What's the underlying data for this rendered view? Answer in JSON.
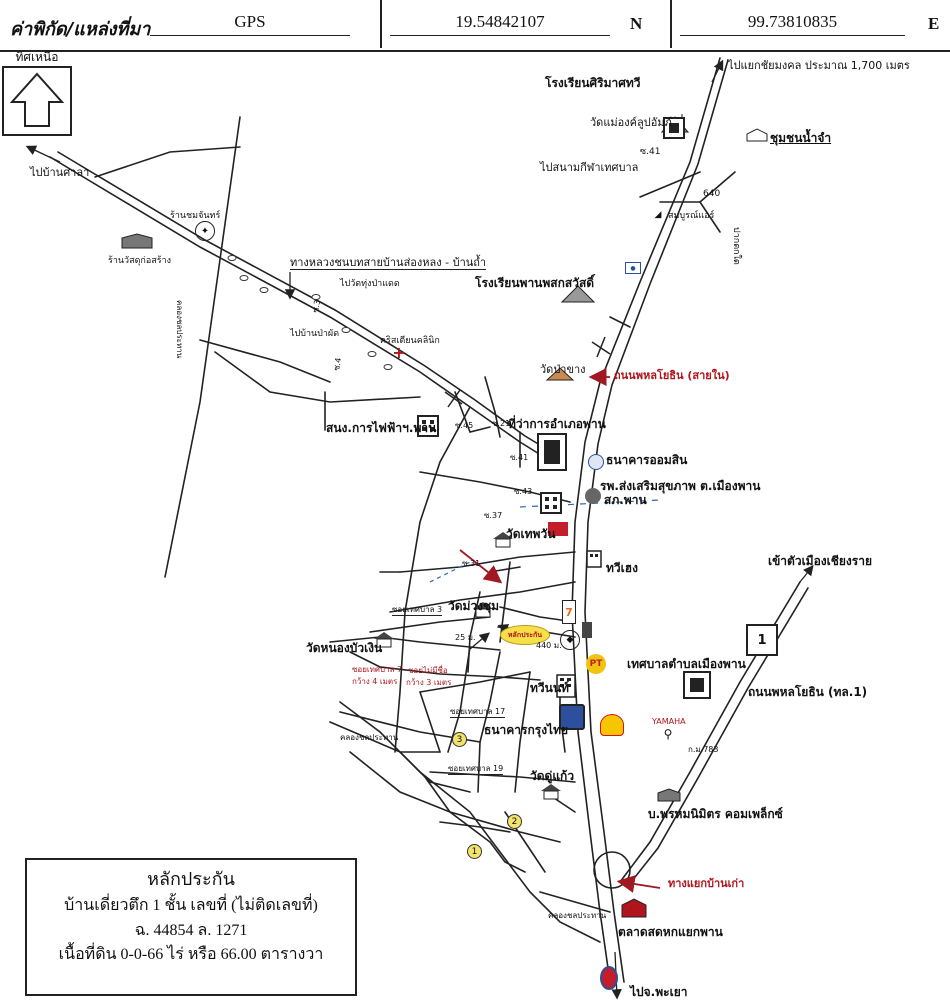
{
  "header": {
    "label": "ค่าพิกัด/แหล่งที่มา",
    "source": "GPS",
    "lat": "19.54842107",
    "lat_dir": "N",
    "lon": "99.73810835",
    "lon_dir": "E"
  },
  "map": {
    "north_label": "ทิศเหนือ",
    "labels": {
      "to_mongkol": "ไปแยกชัยมงคล ประมาณ 1,700 เมตร",
      "sirimas_school": "โรงเรียนศิริมาศทวี",
      "mae_ong": "วัดแม่องค์ลูปอัมภ์",
      "community": "ชุมชนน้ำจำ",
      "soi41_top": "ซ.41",
      "to_sports": "ไปสนามกีฬาเทศบาล",
      "km640": "640",
      "to_forest": "ปากตกใต",
      "gas_shop": "สมบูรณ์แอร์",
      "to_ban_sala": "ไปบ้านศาลา",
      "shop_chan": "ร้านชมจันทร์",
      "construction": "ร้านวัสดุก่อสร้าง",
      "highway_route": "ทางหลวงชนบทสายบ้านส่องหลง - บ้านถ้ำ",
      "to_wat_pa": "ไปวัดทุ่งป่าแดด",
      "klong_canal_left": "คลองชลประทาน",
      "to_ban_pa": "ไปบ้านป่าผัด",
      "soi3": "ซ.3",
      "soi4": "ซ.4",
      "clinic": "คริสเตียนคลินิก",
      "pan_school": "โรงเรียนพานพสกสวัสดิ์",
      "wat_pang": "วัดป่าขาง",
      "phahol_inner": "ถนนพหลโยธิน (สายใน)",
      "electric": "สนง.การไฟฟ้าฯ.พาน",
      "soi45": "ซ.45",
      "soi21": "ซ.21",
      "district_office": "ที่ว่าการอำเภอพาน",
      "soi41_mid": "ซ.41",
      "gsb": "ธนาคารออมสิน",
      "hospital": "รพ.ส่งเสริมสุขภาพ ต.เมืองพาน",
      "police": "สภ.พาน",
      "soi43": "ซ.43",
      "soi37": "ซ.37",
      "wat_thephawan": "วัดเทพวัน",
      "tw_yong": "ทวีเฮง",
      "soi31": "ซ.31",
      "to_chiangrai": "เข้าตัวเมืองเชียงราย",
      "route1": "1",
      "wat_muang": "วัดม่วงชุม",
      "soi_t3": "ซอยเทศบาล 3",
      "subject": "หลักประกัน",
      "dist25": "25 ม.",
      "dist440": "440 ม.",
      "municipality": "เทศบาลตำบลเมืองพาน",
      "wat_nong": "วัดหนองบัวเงิน",
      "soi_t7": "ซอยเทศบาล 7",
      "soi_t7_w": "กว้าง 4 เมตร",
      "soi_pwm": "ซอยไม่มีชื่อ",
      "soi_pwm_w": "กว้าง 3 เมตร",
      "phahol_main": "ถนนพหลโยธิน (ทล.1)",
      "twin": "ทวีนนท์",
      "yamaha": "YAMAHA",
      "km783": "ก.ม.783",
      "soi_t17": "ซอยเทศบาล 17",
      "bbl": "ธนาคารกรุงไทย",
      "klong_canal_mid": "คลองชลประทาน",
      "soi_t19": "ซอยเทศบาล 19",
      "wat_dukaew": "วัดดู่แก้ว",
      "pornmanee": "บ.พรหมนิมิตร คอมเพล็กซ์",
      "n1": "1",
      "n2": "2",
      "n3": "3",
      "to_baankao": "ทางแยกบ้านเก่า",
      "klong_canal_bottom": "คลองชลประทาน",
      "market": "ตลาดสดหกแยกพาน",
      "to_phayao": "ไปจ.พะเยา",
      "sevenel": "7",
      "oil_pt": "PT"
    }
  },
  "collateral": {
    "title": "หลักประกัน",
    "line1": "บ้านเดี่ยวตึก 1 ชั้น เลขที่ (ไม่ติดเลขที่)",
    "line2": "ฉ. 44854  ล. 1271",
    "line3": "เนื้อที่ดิน 0-0-66 ไร่ หรือ 66.00 ตารางวา"
  },
  "colors": {
    "road": "#222222",
    "accent_red": "#b0141c",
    "subject_fill": "#f5e04a",
    "marker_fill": "#f2e36a"
  }
}
